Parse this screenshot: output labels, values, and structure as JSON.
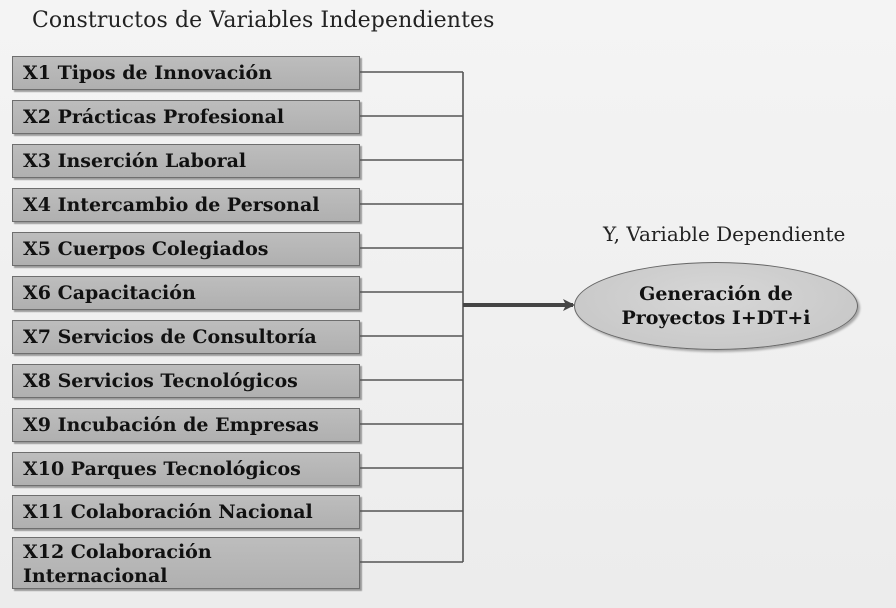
{
  "independent": {
    "title": "Constructos de Variables Independientes",
    "items": [
      "X1 Tipos de Innovación",
      "X2 Prácticas Profesional",
      "X3 Inserción Laboral",
      "X4 Intercambio de Personal",
      "X5 Cuerpos Colegiados",
      "X6 Capacitación",
      "X7 Servicios de Consultoría",
      "X8 Servicios Tecnológicos",
      "X9 Incubación de Empresas",
      "X10 Parques Tecnológicos",
      "X11 Colaboración Nacional",
      "X12 Colaboración Internacional"
    ]
  },
  "dependent": {
    "title": "Y, Variable Dependiente",
    "label": "Generación de\nProyectos  I+DT+i"
  }
}
